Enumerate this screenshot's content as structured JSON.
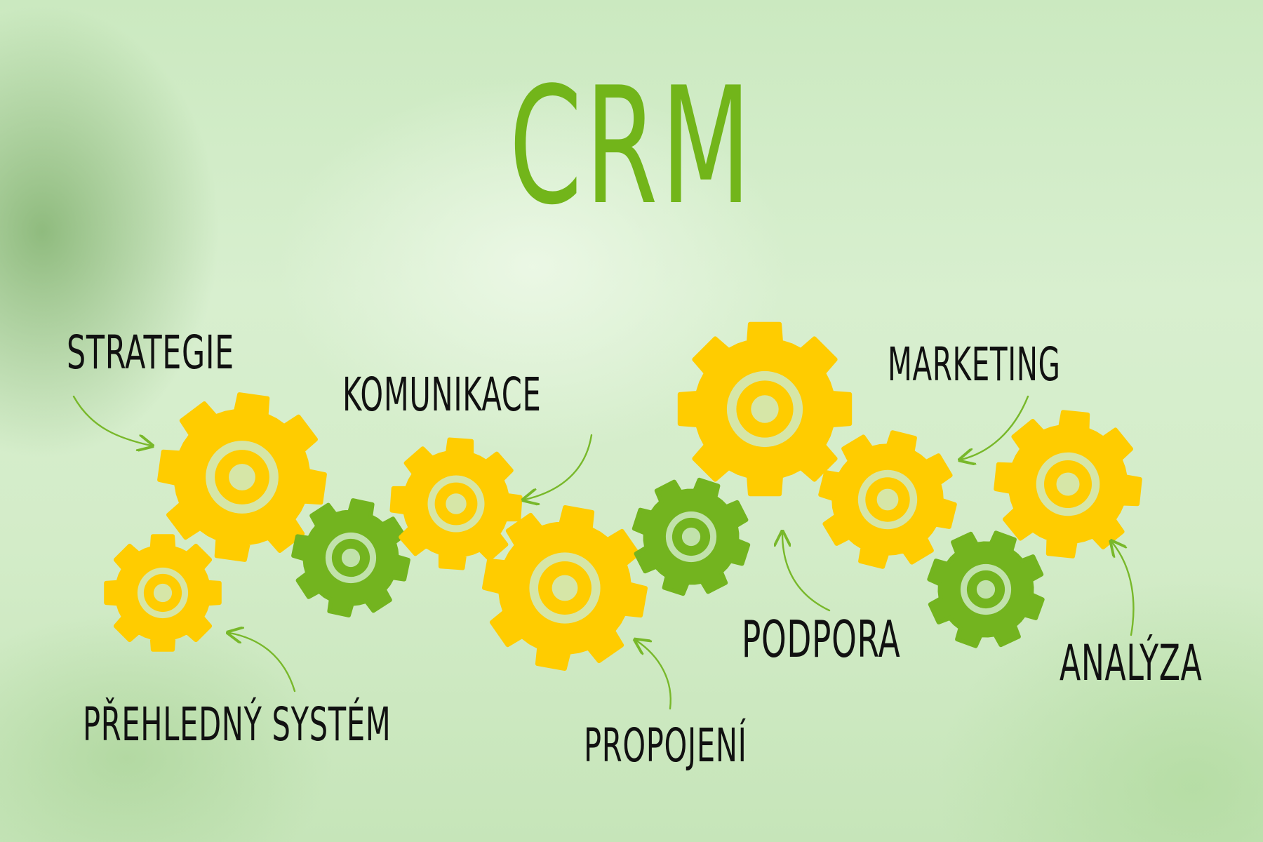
{
  "title": "CRM",
  "labels": {
    "strategie": "STRATEGIE",
    "komunikace": "KOMUNIKACE",
    "marketing": "MARKETING",
    "prehledny_system": "PŘEHLEDNÝ SYSTÉM",
    "propojeni": "PROPOJENÍ",
    "podpora": "PODPORA",
    "analyza": "ANALÝZA"
  },
  "colors": {
    "title": "#72b51a",
    "gear_yellow": "#ffcc00",
    "gear_green": "#73b41f",
    "arrow": "#78b82a",
    "text": "#111111"
  }
}
